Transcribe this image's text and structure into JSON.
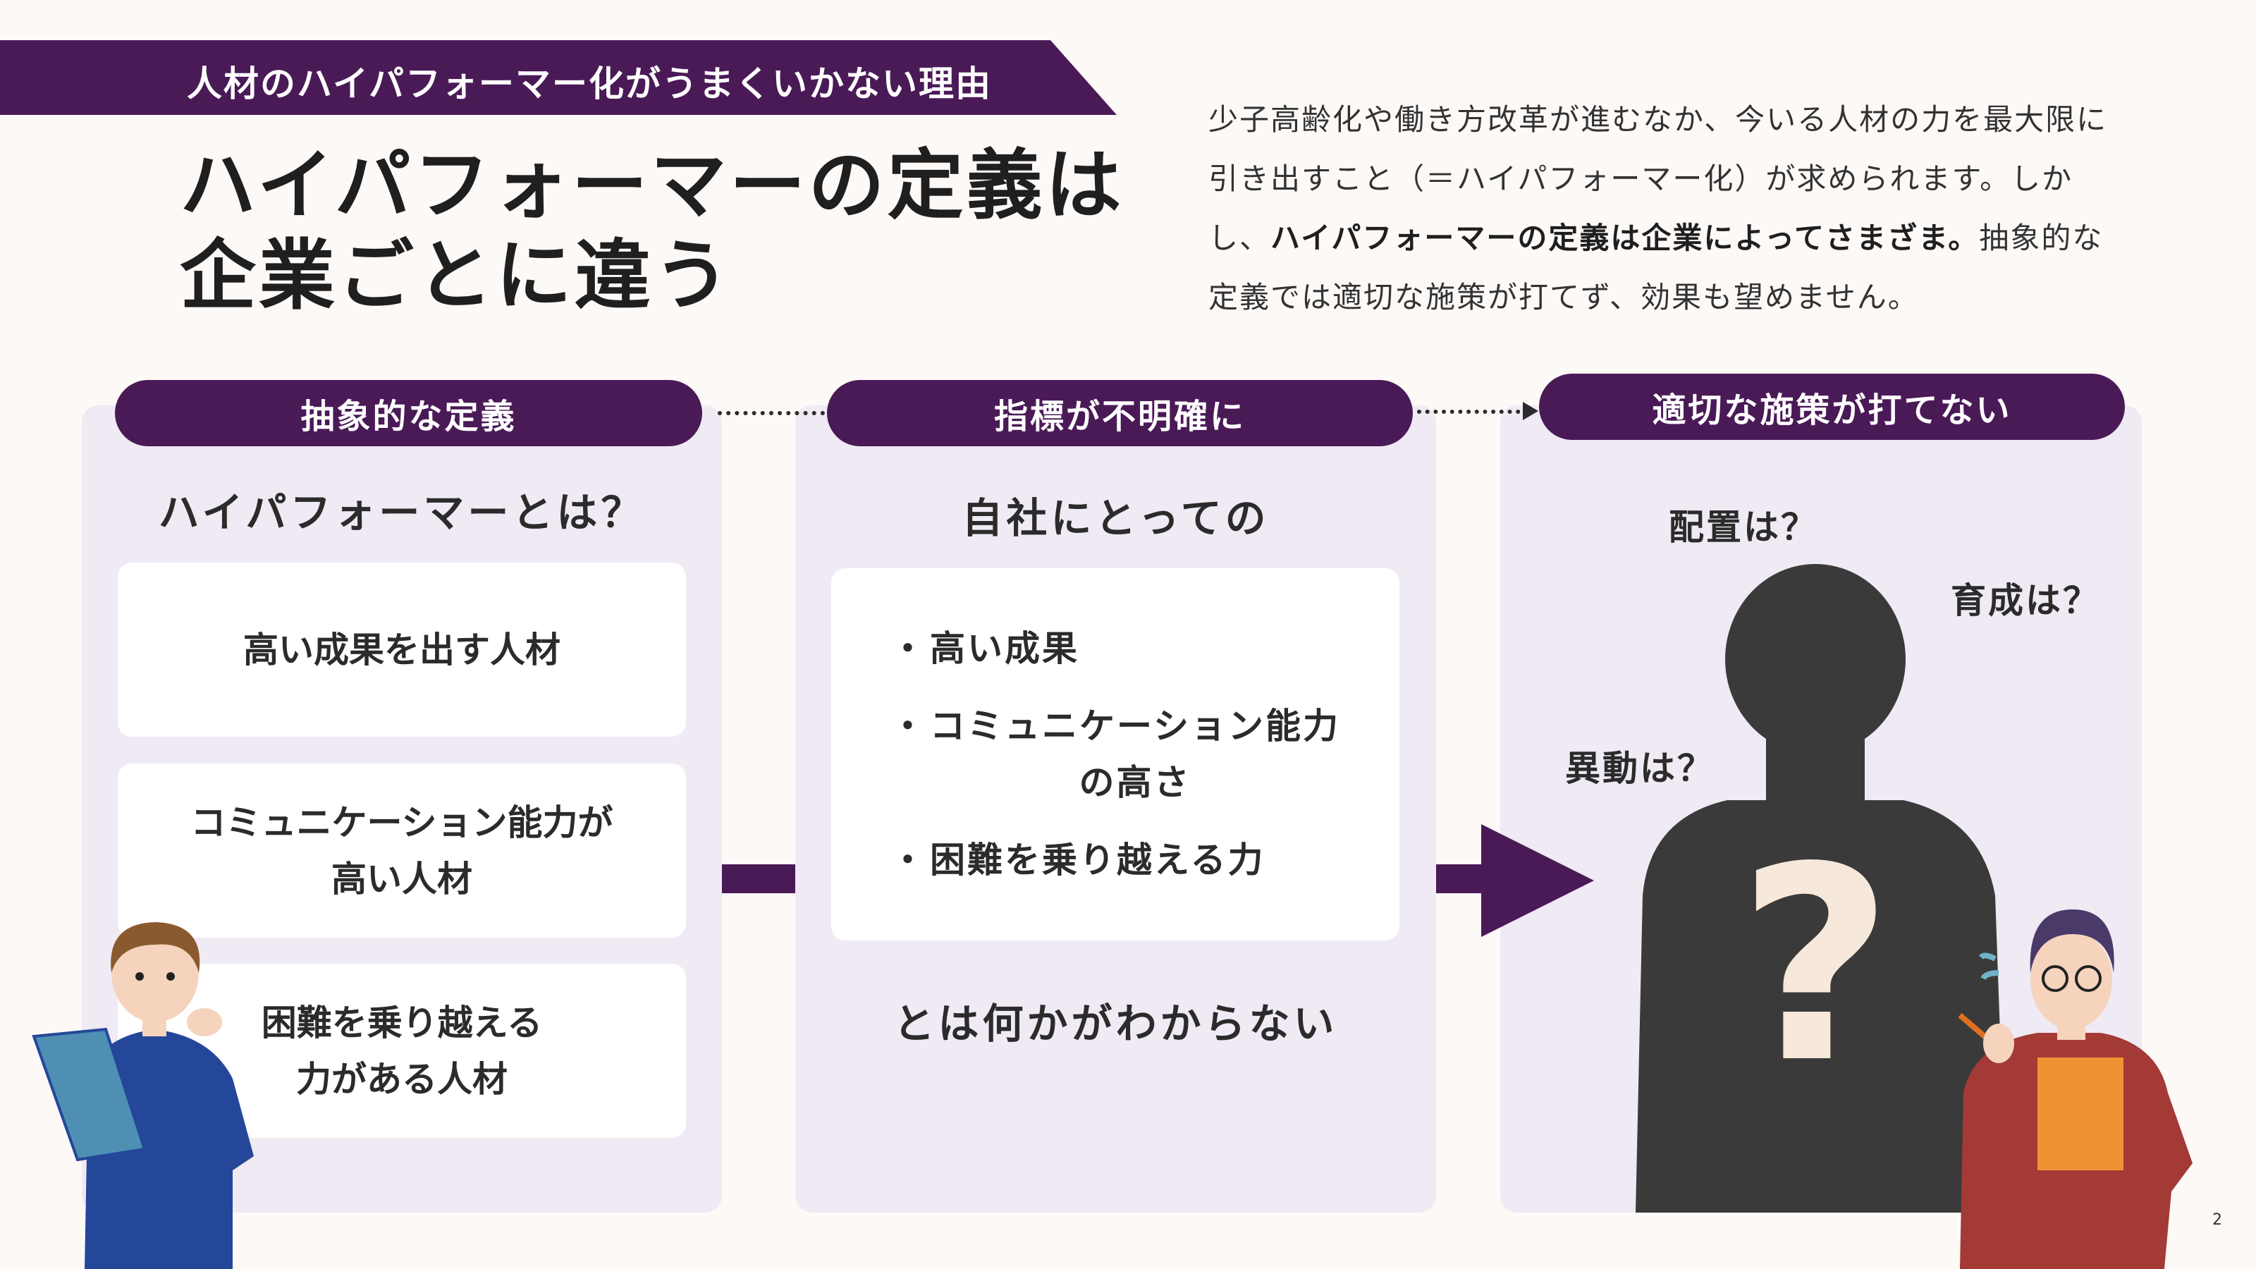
{
  "banner": {
    "text": "人材のハイパフォーマー化がうまくいかない理由"
  },
  "title": {
    "line1": "ハイパフォーマーの定義は",
    "line2": "企業ごとに違う"
  },
  "intro": {
    "line1": "少子高齢化や働き方改革が進むなか、今いる人材の力を最大限に",
    "line2": "引き出すこと（＝ハイパフォーマー化）が求められます。しか",
    "line3_pre": "し、",
    "line3_bold": "ハイパフォーマーの定義は企業によってさまざま。",
    "line3_post": "抽象的な",
    "line4": "定義では適切な施策が打てず、効果も望めません。"
  },
  "columns": [
    {
      "label": "抽象的な定義",
      "heading": "ハイパフォーマーとは？",
      "cards": [
        [
          "高い成果を出す人材"
        ],
        [
          "コミュニケーション能力が",
          "高い人材"
        ],
        [
          "困難を乗り越える",
          "力がある人材"
        ]
      ]
    },
    {
      "label": "指標が不明確に",
      "heading": "自社にとっての",
      "bullets": [
        [
          "高い成果"
        ],
        [
          "コミュニケーション能力",
          "の高さ"
        ],
        [
          "困難を乗り越える力"
        ]
      ],
      "bullet_mark": "・",
      "footer": "とは何かがわからない"
    },
    {
      "label": "適切な施策が打てない",
      "questions": [
        "配置は？",
        "育成は？",
        "異動は？"
      ],
      "silhouette_mark": "?"
    }
  ],
  "page_number": "2",
  "colors": {
    "purple": "#4a1a57",
    "panel": "#efeaf3",
    "silhouette": "#3a3a3a"
  }
}
